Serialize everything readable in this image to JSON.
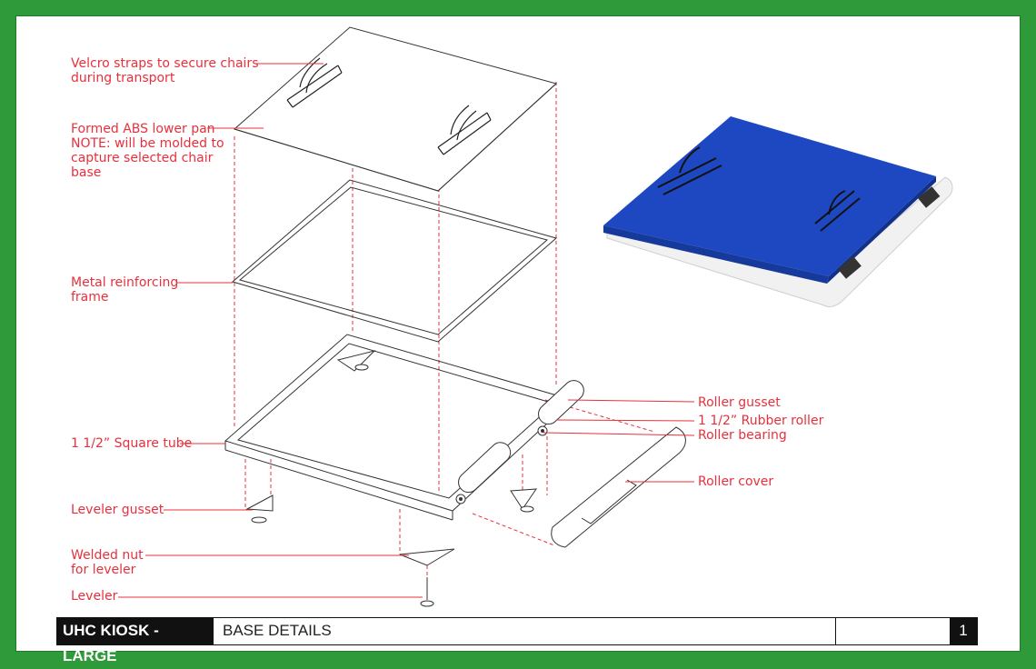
{
  "callouts": {
    "velcro": "Velcro straps to secure chairs\nduring  transport",
    "abs_pan": "Formed ABS lower pan\nNOTE: will be molded to\ncapture selected chair\nbase",
    "metal_frame": "Metal reinforcing\nframe",
    "square_tube": "1 1/2” Square tube",
    "leveler_gusset": "Leveler gusset",
    "welded_nut": "Welded nut\nfor leveler",
    "leveler": "Leveler",
    "roller_gusset": "Roller gusset",
    "rubber_roller": "1 1/2” Rubber roller",
    "roller_bearing": "Roller bearing",
    "roller_cover": "Roller cover"
  },
  "title_block": {
    "project": "UHC KIOSK - LARGE",
    "sheet_title": "BASE DETAILS",
    "page_number": "1"
  },
  "colors": {
    "border_green": "#2f9a3a",
    "callout_red": "#e8303c",
    "pan_blue": "#1d48c2"
  }
}
